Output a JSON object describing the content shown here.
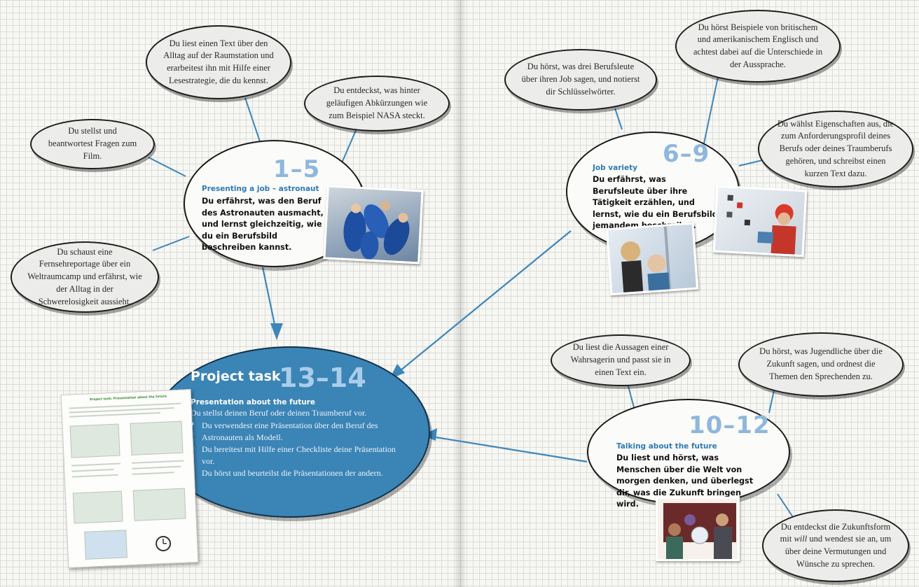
{
  "bubbles": {
    "film": "Du stellst und beantwortest Fragen zum Film.",
    "lesen": "Du liest einen Text über den Alltag auf der Raumstation und erarbeitest ihn mit Hilfe einer Lesestrategie, die du kennst.",
    "nasa": "Du entdeckst, was hinter geläufigen Abkürzungen wie zum Beispiel NASA steckt.",
    "reportage": "Du schaust eine Fernsehreportage über ein Weltraumcamp und erfährst, wie der Alltag in der Schwerelosigkeit aussieht.",
    "berufsleute": "Du hörst, was drei Berufsleute über ihren Job sagen, und notierst dir Schlüsselwörter.",
    "englisch": "Du hörst Beispiele von britischem und amerikanischem Englisch und achtest dabei auf die Unterschiede in der Aussprache.",
    "eigenschaften": "Du wählst Eigenschaften aus, die zum Anforderungsprofil deines Berufs oder deines Traumberufs gehören, und schreibst einen kurzen Text dazu.",
    "wahrsagerin": "Du liest die Aussagen einer Wahrsagerin und passt sie in einen Text ein.",
    "jugendliche": "Du hörst, was Jugendliche über die Zukunft sagen, und ordnest die Themen den Sprechenden zu.",
    "zukunftsform": "Du entdeckst die Zukunftsform mit will und wendest sie an, um über deine Vermutungen und Wünsche zu sprechen."
  },
  "units": {
    "astronaut": {
      "number": "1–5",
      "topic": "Presenting a job – astronaut",
      "desc": "Du erfährst, was den Beruf des Astronauten ausmacht, und lernst gleichzeitig, wie du ein Berufsbild beschreiben kannst."
    },
    "job": {
      "number": "6–9",
      "topic": "Job variety",
      "desc": "Du erfährst, was Berufsleute über ihre Tätigkeit erzählen, und lernst, wie du ein Berufsbild jemandem beschreibst."
    },
    "future": {
      "number": "10–12",
      "topic": "Talking about the future",
      "desc": "Du liest und hörst, was Menschen über die Welt von morgen denken, und überlegst dir, was die Zukunft bringen wird."
    }
  },
  "project": {
    "title": "Project task",
    "number": "13–14",
    "subtitle": "Presentation about the future",
    "intro": "Du stellst deinen Beruf oder deinen Traumberuf vor.",
    "items": [
      "Du verwendest eine Präsentation über den Beruf des Astronauten als Modell.",
      "Du bereitest mit Hilfe einer Checkliste deine Präsentation vor.",
      "Du hörst und beurteilst die Präsentationen der andern."
    ],
    "sheet_title": "Project task: Presentation about the future"
  },
  "colors": {
    "accent_blue": "#3b84b6",
    "number_blue": "#8fb7dd",
    "topic_blue": "#2f7ab8"
  }
}
